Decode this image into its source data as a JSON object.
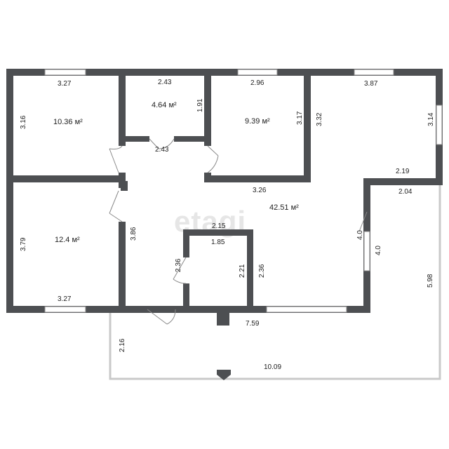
{
  "watermark": "etagi",
  "rooms": {
    "room_top_left": "10.36 м²",
    "room_bathroom": "4.64 м²",
    "room_top_mid": "9.39 м²",
    "room_bottom_left": "12.4 м²",
    "room_living": "42.51 м²"
  },
  "dimensions": {
    "d_327_top": "3.27",
    "d_316": "3.16",
    "d_243": "2.43",
    "d_191": "1.91",
    "d_243_b": "2.43",
    "d_296": "2.96",
    "d_317": "3.17",
    "d_332": "3.32",
    "d_387": "3.87",
    "d_314": "3.14",
    "d_219": "2.19",
    "d_204": "2.04",
    "d_326": "3.26",
    "d_215": "2.15",
    "d_185": "1.85",
    "d_379": "3.79",
    "d_386": "3.86",
    "d_236_a": "2.36",
    "d_221": "2.21",
    "d_236_b": "2.36",
    "d_40_a": "4.0",
    "d_40_b": "4.0",
    "d_598": "5.98",
    "d_327_bottom": "3.27",
    "d_759": "7.59",
    "d_216": "2.16",
    "d_1009": "10.09"
  }
}
